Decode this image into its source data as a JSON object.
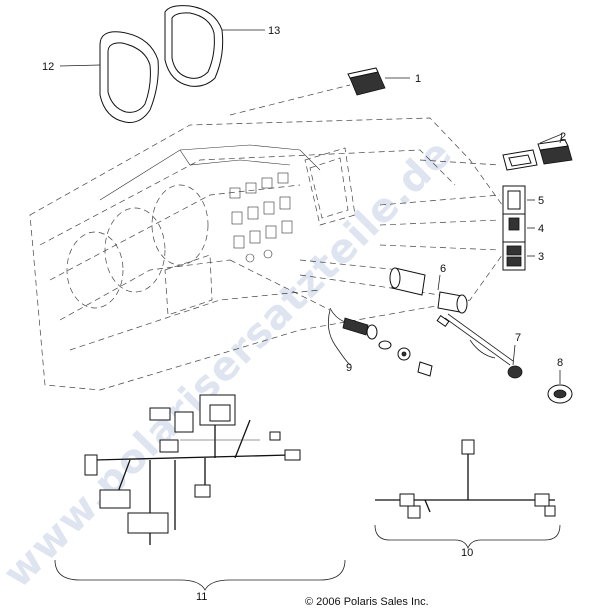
{
  "callouts": [
    "1",
    "2",
    "3",
    "4",
    "5",
    "6",
    "7",
    "8",
    "9",
    "10",
    "11",
    "12",
    "13"
  ],
  "copyright": "© 2006 Polaris Sales Inc.",
  "watermark": "www.polarisersatzteile.de"
}
